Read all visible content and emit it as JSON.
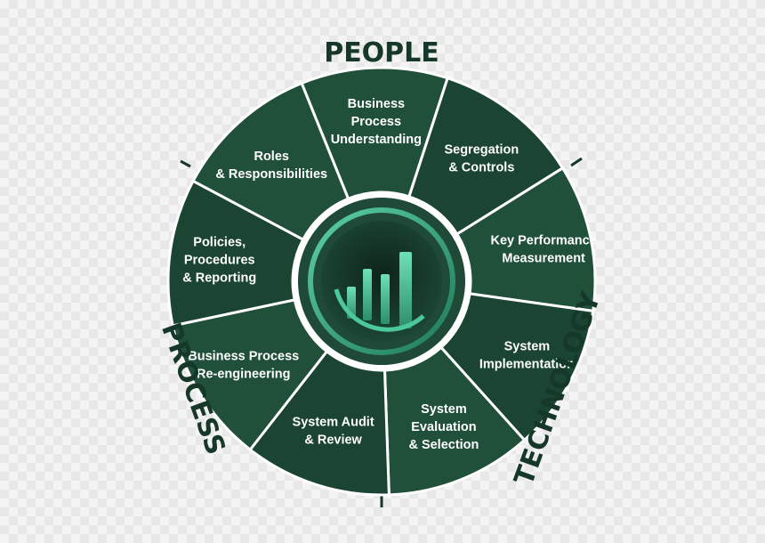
{
  "colors": {
    "segment": "#20503a",
    "segment_alt": "#1b4532",
    "divider": "#ffffff",
    "hub_ring": "#3fae88",
    "hub_inner": "#10281d",
    "category_text": "#163828"
  },
  "categories": {
    "people": "PEOPLE",
    "process": "PROCESS",
    "technology": "TECHNOLOGY"
  },
  "segments": [
    {
      "id": "business-process-understanding",
      "lines": [
        "Business",
        "Process",
        "Understanding"
      ]
    },
    {
      "id": "segregation-controls",
      "lines": [
        "Segregation",
        "& Controls"
      ]
    },
    {
      "id": "key-performance-measurement",
      "lines": [
        "Key Performance",
        "Measurement"
      ]
    },
    {
      "id": "system-implementation",
      "lines": [
        "System",
        "Implementation"
      ]
    },
    {
      "id": "system-evaluation-selection",
      "lines": [
        "System",
        "Evaluation",
        "& Selection"
      ]
    },
    {
      "id": "system-audit-review",
      "lines": [
        "System Audit",
        "& Review"
      ]
    },
    {
      "id": "business-process-reengineering",
      "lines": [
        "Business Process",
        "Re-engineering"
      ]
    },
    {
      "id": "policies-procedures-reporting",
      "lines": [
        "Policies,",
        "Procedures",
        "& Reporting"
      ]
    },
    {
      "id": "roles-responsibilities",
      "lines": [
        "Roles",
        "& Responsibilities"
      ]
    }
  ],
  "hub": {
    "icon": "bar-chart-icon"
  }
}
